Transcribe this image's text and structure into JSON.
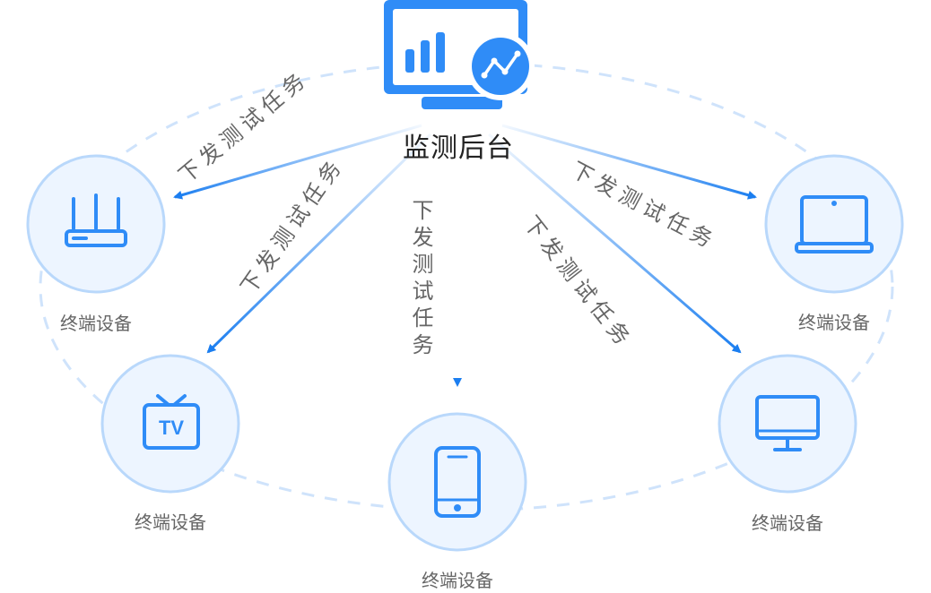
{
  "center": {
    "label": "监测后台",
    "icon": "monitor-dashboard-icon"
  },
  "arrow_label": "下发测试任务",
  "devices": [
    {
      "id": "router",
      "label": "终端设备",
      "icon": "router-icon"
    },
    {
      "id": "tv",
      "label": "终端设备",
      "icon": "tv-icon"
    },
    {
      "id": "phone",
      "label": "终端设备",
      "icon": "smartphone-icon"
    },
    {
      "id": "monitor",
      "label": "终端设备",
      "icon": "desktop-monitor-icon"
    },
    {
      "id": "laptop",
      "label": "终端设备",
      "icon": "laptop-icon"
    }
  ],
  "colors": {
    "accent": "#2f8cf7",
    "arrow": "#1b7ef0",
    "circle_fill": "#edf5ff",
    "circle_stroke": "#b9d8fb",
    "dash": "#cfe3fb"
  }
}
